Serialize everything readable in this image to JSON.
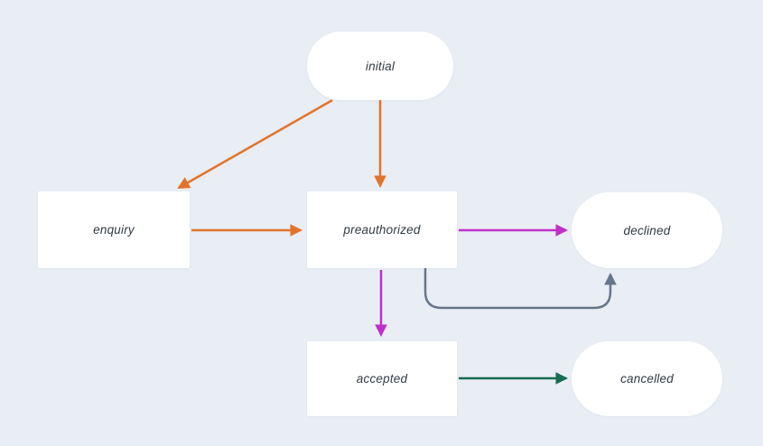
{
  "diagram": {
    "type": "state-diagram",
    "background": "#e9edf4"
  },
  "nodes": {
    "initial": {
      "label": "initial",
      "shape": "stadium"
    },
    "enquiry": {
      "label": "enquiry",
      "shape": "rectangle"
    },
    "preauthorized": {
      "label": "preauthorized",
      "shape": "rectangle"
    },
    "declined": {
      "label": "declined",
      "shape": "stadium"
    },
    "accepted": {
      "label": "accepted",
      "shape": "rectangle"
    },
    "cancelled": {
      "label": "cancelled",
      "shape": "stadium"
    }
  },
  "edges": [
    {
      "from": "initial",
      "to": "enquiry",
      "color": "#e2732a",
      "route": "diagonal"
    },
    {
      "from": "initial",
      "to": "preauthorized",
      "color": "#e2732a",
      "route": "straight-down"
    },
    {
      "from": "enquiry",
      "to": "preauthorized",
      "color": "#e2732a",
      "route": "straight-right"
    },
    {
      "from": "preauthorized",
      "to": "declined",
      "color": "#c030c8",
      "route": "straight-right"
    },
    {
      "from": "preauthorized",
      "to": "accepted",
      "color": "#c030c8",
      "route": "straight-down"
    },
    {
      "from": "preauthorized",
      "to": "declined",
      "color": "#67768a",
      "route": "loop-under"
    },
    {
      "from": "accepted",
      "to": "cancelled",
      "color": "#156d52",
      "route": "straight-right"
    }
  ],
  "colors": {
    "orange": "#e2732a",
    "magenta": "#c030c8",
    "slate": "#67768a",
    "teal": "#156d52",
    "node_bg": "#ffffff",
    "text": "#333b45",
    "background": "#e9edf4"
  }
}
